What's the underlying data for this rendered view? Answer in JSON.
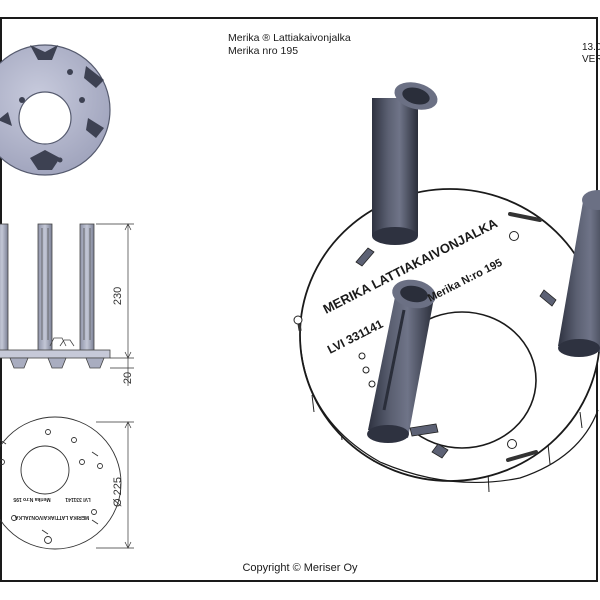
{
  "title_block": {
    "product": "Merika ® Lattiakaivonjalka",
    "number": "Merika nro  195"
  },
  "date_block": {
    "date": "13.0",
    "version": "VER"
  },
  "dimensions": {
    "height_main": "230",
    "height_base": "20",
    "diameter": "Ø 225"
  },
  "engravings": {
    "brand_line": "MERIKA LATTIAKAIVONJALKA",
    "number_line": "Merika N:ro 195",
    "lvi_line": "LVI 331141"
  },
  "plan_engravings": {
    "brand_line": "MERIKA LATTIAKAIVONJALKA",
    "number_line": "Merika N:ro 195",
    "lvi_line": "LVI 331141"
  },
  "copyright": "Copyright © Meriser Oy",
  "colors": {
    "line": "#1a1a1a",
    "plate_top": "#b9bdd3",
    "plate_shadow": "#6f7286",
    "tube_dark": "#3c4150",
    "tube_mid": "#5b6072",
    "tube_light": "#9aa0b4"
  }
}
